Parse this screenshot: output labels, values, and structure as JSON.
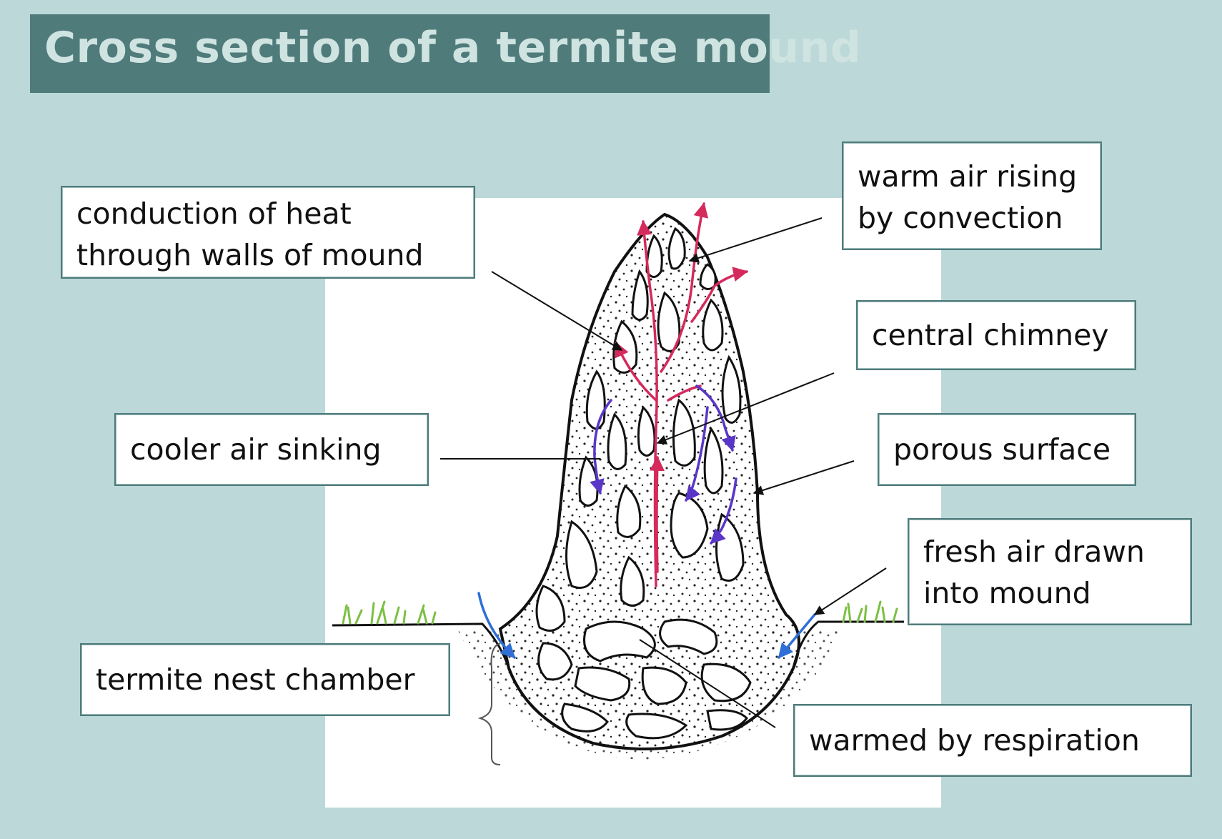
{
  "title": "Cross section of a termite mound",
  "labels": {
    "conduction": [
      "conduction of heat",
      "through walls of mound"
    ],
    "warm_air": [
      "warm air rising",
      "by convection"
    ],
    "chimney": [
      "central chimney"
    ],
    "cooler_air": [
      "cooler air sinking"
    ],
    "porous": [
      "porous surface"
    ],
    "fresh_air": [
      "fresh air drawn",
      "into mound"
    ],
    "nest": [
      "termite nest chamber"
    ],
    "warmed": [
      "warmed by respiration"
    ]
  },
  "colors": {
    "background": "#bcd8d8",
    "title_bar": "#4f7b7b",
    "title_text": "#cfe3e1",
    "warm_arrow": "#d42a5c",
    "cool_arrow": "#5a36c8",
    "fresh_arrow": "#2f6fd6",
    "grass": "#7cc043"
  }
}
